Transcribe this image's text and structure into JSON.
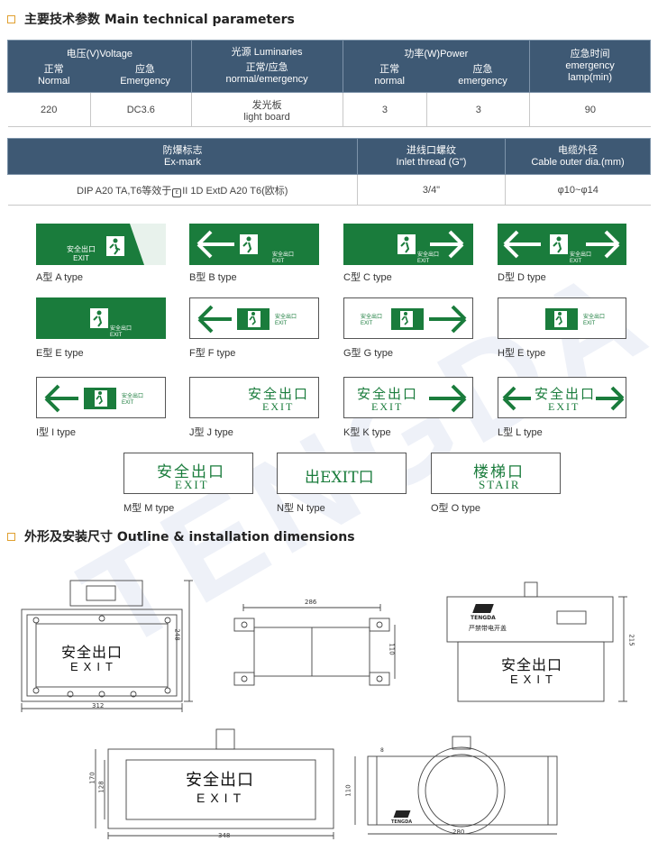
{
  "section1": {
    "title": "主要技术参数 Main technical parameters"
  },
  "table1": {
    "h_voltage": "电压(V)Voltage",
    "h_voltage_normal_cn": "正常",
    "h_voltage_normal_en": "Normal",
    "h_voltage_emerg_cn": "应急",
    "h_voltage_emerg_en": "Emergency",
    "h_source": "光源 Luminaries",
    "h_source_cn": "正常/应急",
    "h_source_en": "normal/emergency",
    "h_power": "功率(W)Power",
    "h_power_normal_cn": "正常",
    "h_power_normal_en": "normal",
    "h_power_emerg_cn": "应急",
    "h_power_emerg_en": "emergency",
    "h_time_cn": "应急时间",
    "h_time_en1": "emergency",
    "h_time_en2": "lamp(min)",
    "row": {
      "v_normal": "220",
      "v_emerg": "DC3.6",
      "source_cn": "发光板",
      "source_en": "light board",
      "p_normal": "3",
      "p_emerg": "3",
      "time": "90"
    }
  },
  "table2": {
    "h_exmark_cn": "防爆标志",
    "h_exmark_en": "Ex-mark",
    "h_thread_cn": "进线口螺纹",
    "h_thread_en": "Inlet thread (G\")",
    "h_cable_cn": "电缆外径",
    "h_cable_en": "Cable outer dia.(mm)",
    "row": {
      "exmark_a": "DIP A20 TA,T6等效于",
      "exmark_b": "II 1D ExtD A20 T6(欧标)",
      "thread": "3/4\"",
      "cable": "φ10~φ14"
    }
  },
  "signs": {
    "exit_cn": "安全出口",
    "exit_en": "EXIT",
    "small_cn": "安全出口",
    "small_en": "EXIT",
    "m_cn": "安全出口",
    "m_en": "EXIT",
    "n_text": "出EXIT口",
    "o_cn": "楼梯口",
    "o_en": "STAIR"
  },
  "captions": {
    "a": "A型 A type",
    "b": "B型 B type",
    "c": "C型 C type",
    "d": "D型 D type",
    "e": "E型 E type",
    "f": "F型 F type",
    "g": "G型 G type",
    "h": "H型 E type",
    "i": "I型 I type",
    "j": "J型 J type",
    "k": "K型 K type",
    "l": "L型 L type",
    "m": "M型 M type",
    "n": "N型 N type",
    "o": "O型 O type"
  },
  "section2": {
    "title": "外形及安装尺寸 Outline & installation dimensions"
  },
  "drawings": {
    "d1_cn": "安全出口",
    "d1_en": "EXIT",
    "d1_w": "312",
    "d1_h": "248",
    "d2_w": "286",
    "d2_h": "110",
    "d3_cn": "安全出口",
    "d3_en": "EXIT",
    "d3_h": "215",
    "d3_brand": "TENGDA",
    "d3_warn": "严禁带电开盖",
    "d4_cn": "安全出口",
    "d4_en": "EXIT",
    "d4_w": "348",
    "d4_h1": "170",
    "d4_h2": "128",
    "d5_w": "280",
    "d5_h": "110",
    "d5_brand": "TENGDA",
    "d5_small": "8"
  }
}
